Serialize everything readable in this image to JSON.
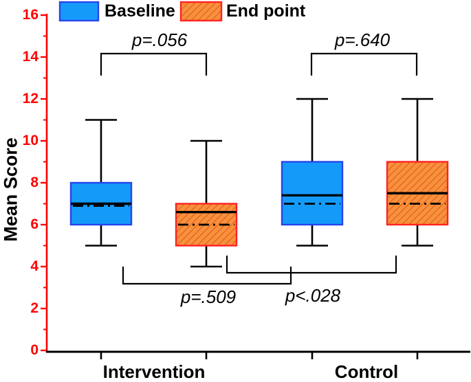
{
  "legend": {
    "baseline_label": "Baseline",
    "endpoint_label": "End point"
  },
  "axis": {
    "y_title": "Mean Score",
    "x_categories": [
      "Intervention",
      "Control"
    ]
  },
  "annotations": {
    "p_intervention_pair": "p=.056",
    "p_control_pair": "p=.640",
    "p_baseline_pair": "p=.509",
    "p_endpoint_pair": "p<.028"
  },
  "colors": {
    "baseline_fill": "#149BFA",
    "baseline_border": "#2743EE",
    "endpoint_fill": "#F8913D",
    "endpoint_hatch": "#DF5717",
    "endpoint_border": "#FF2222",
    "axis_red": "#FF0000",
    "line_black": "#000000",
    "tick_label_red": "#FF0000"
  },
  "chart_data": {
    "type": "boxplot",
    "title": "",
    "ylabel": "Mean Score",
    "xlabel": "",
    "ylim": [
      0,
      16
    ],
    "yticks": [
      0,
      2,
      4,
      6,
      8,
      10,
      12,
      14,
      16
    ],
    "y_minor_ticks": [
      1,
      3,
      5,
      7,
      9,
      11,
      13,
      15
    ],
    "grid": false,
    "legend_position": "top-left",
    "series_names": [
      "Baseline",
      "End point"
    ],
    "groups": [
      {
        "label": "Intervention",
        "boxes": [
          {
            "series": "Baseline",
            "whisker_low": 5,
            "q1": 6,
            "median": 7.0,
            "q3": 8,
            "whisker_high": 11,
            "mean": 6.9
          },
          {
            "series": "End point",
            "whisker_low": 4,
            "q1": 5,
            "median": 6.6,
            "q3": 7,
            "whisker_high": 10,
            "mean": 6.0
          }
        ]
      },
      {
        "label": "Control",
        "boxes": [
          {
            "series": "Baseline",
            "whisker_low": 5,
            "q1": 6,
            "median": 7.4,
            "q3": 9,
            "whisker_high": 12,
            "mean": 7.0
          },
          {
            "series": "End point",
            "whisker_low": 5,
            "q1": 6,
            "median": 7.5,
            "q3": 9,
            "whisker_high": 12,
            "mean": 7.0
          }
        ]
      }
    ],
    "comparisons": [
      {
        "label": "p=.056",
        "between": "Intervention Baseline vs Intervention End point",
        "position": "top"
      },
      {
        "label": "p=.640",
        "between": "Control Baseline vs Control End point",
        "position": "top"
      },
      {
        "label": "p=.509",
        "between": "Intervention Baseline vs Control Baseline",
        "position": "bottom"
      },
      {
        "label": "p<.028",
        "between": "Intervention End point vs Control End point",
        "position": "bottom"
      }
    ]
  }
}
